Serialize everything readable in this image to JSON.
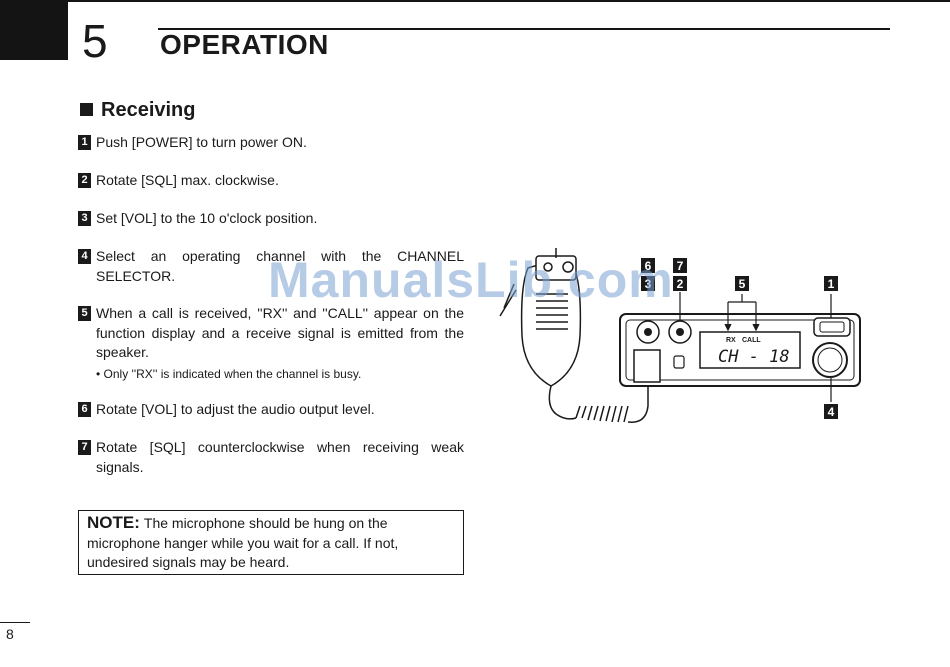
{
  "chapter": {
    "number": "5",
    "title": "OPERATION"
  },
  "section": {
    "title": "Receiving"
  },
  "steps": [
    {
      "num": "1",
      "text": "Push [POWER] to turn power ON."
    },
    {
      "num": "2",
      "text": "Rotate [SQL] max. clockwise."
    },
    {
      "num": "3",
      "text": "Set [VOL] to the 10 o'clock position."
    },
    {
      "num": "4",
      "text": "Select an operating channel with the CHANNEL SELECTOR."
    },
    {
      "num": "5",
      "text": "When a call is received, ''RX'' and ''CALL'' appear on the function display and a receive signal is emitted from the speaker.",
      "sub": "• Only ''RX'' is indicated when the channel is busy."
    },
    {
      "num": "6",
      "text": "Rotate [VOL] to adjust the audio output level."
    },
    {
      "num": "7",
      "text": "Rotate [SQL] counterclockwise when receiving weak signals."
    }
  ],
  "note": {
    "label": "NOTE:",
    "text": "The microphone should be hung on the microphone hanger while you wait for a call.  If not, undesired signals may be heard."
  },
  "diagram": {
    "callouts": [
      "6",
      "7",
      "3",
      "2",
      "5",
      "1",
      "4"
    ],
    "display_labels": {
      "rx": "RX",
      "call": "CALL",
      "channel": "CH - 18"
    }
  },
  "watermark": "ManualsLib.com",
  "page_number": "8"
}
